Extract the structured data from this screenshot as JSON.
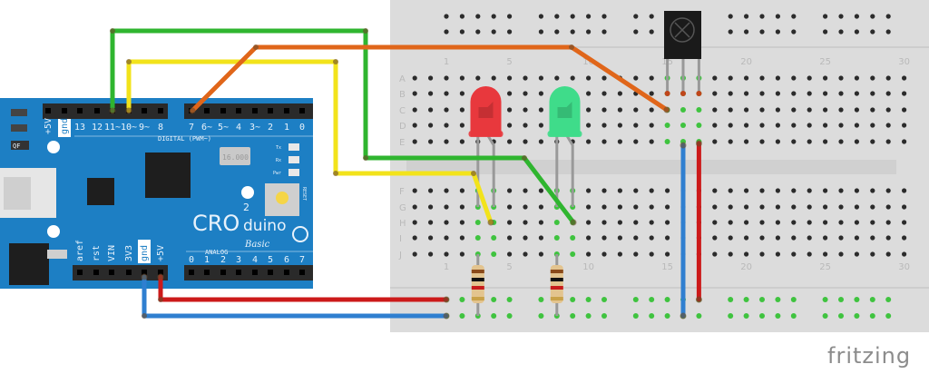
{
  "board": {
    "name_main": "CRO",
    "name_sup": "2",
    "name_sub": "duino",
    "signature": "Basic",
    "digital_label": "DIGITAL (PWM~)",
    "analog_label": "ANALOG",
    "top_pins": [
      "+5V",
      "gnd",
      "13",
      "12",
      "11~",
      "10~",
      "9~",
      "8"
    ],
    "top_pins2": [
      "7",
      "6~",
      "5~",
      "4",
      "3~",
      "2",
      "1",
      "0"
    ],
    "bottom_pins": [
      "aref",
      "rst",
      "VIN",
      "3V3",
      "gnd",
      "+5V"
    ],
    "analog_pins": [
      "0",
      "1",
      "2",
      "3",
      "4",
      "5",
      "6",
      "7"
    ],
    "crystal": "16.000",
    "chip_label": "QF",
    "leds": [
      "Tx",
      "Rx",
      "Pwr"
    ],
    "reset_label": "RESET",
    "color": "#1d7fc4"
  },
  "breadboard": {
    "rows_top": [
      "A",
      "B",
      "C",
      "D",
      "E"
    ],
    "rows_bottom": [
      "F",
      "G",
      "H",
      "I",
      "J"
    ],
    "column_labels": [
      "1",
      "5",
      "10",
      "15",
      "20",
      "25",
      "30"
    ],
    "column_label_numbers": [
      1,
      5,
      10,
      15,
      20,
      25,
      30
    ],
    "columns": 30
  },
  "components": {
    "led_red_color": "#e8383d",
    "led_green_color": "#3fdc8a",
    "ir_receiver_color": "#1a1a1a"
  },
  "wires": {
    "green": "#2fb52f",
    "yellow": "#f2e31b",
    "orange": "#e0661a",
    "red": "#cc1a1a",
    "blue": "#2f7fd0"
  },
  "watermark": "fritzing"
}
